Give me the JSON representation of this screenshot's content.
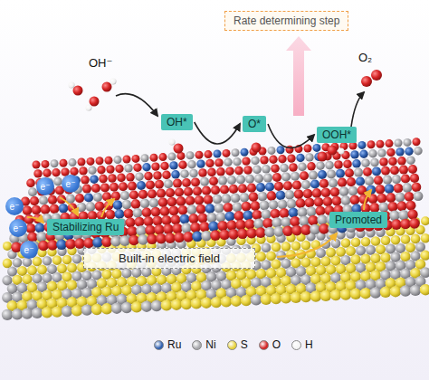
{
  "diagram": {
    "nodes": [
      {
        "text": [
          "Rate determining step"
        ]
      },
      {
        "text": [
          "OH*"
        ]
      },
      {
        "text": [
          "O*"
        ]
      },
      {
        "text": [
          "OOH*"
        ]
      },
      {
        "text": [
          "e⁻"
        ]
      },
      {
        "text": [
          "e⁻"
        ]
      },
      {
        "text": [
          "e⁻"
        ]
      },
      {
        "text": [
          "e⁻"
        ]
      },
      {
        "text": [
          "e⁻"
        ]
      },
      {
        "text": [
          "Stabilizing Ru"
        ]
      },
      {
        "text": [
          "Promoted"
        ]
      },
      {
        "text": [
          "Built-in electric field"
        ]
      }
    ],
    "edges": [
      {
        "from": 1,
        "to": 2,
        "arrow": "to"
      },
      {
        "from": 2,
        "to": 3,
        "arrow": "to"
      }
    ],
    "labels": [
      "OH⁻",
      "O₂"
    ],
    "legend": [
      {
        "text": "Ru",
        "color": "#2f5fb0"
      },
      {
        "text": "Ni",
        "color": "#a9a9ad"
      },
      {
        "text": "S",
        "color": "#e8d23c"
      },
      {
        "text": "O",
        "color": "#d42424"
      },
      {
        "text": "H",
        "color": "#f4f4f4"
      }
    ]
  }
}
